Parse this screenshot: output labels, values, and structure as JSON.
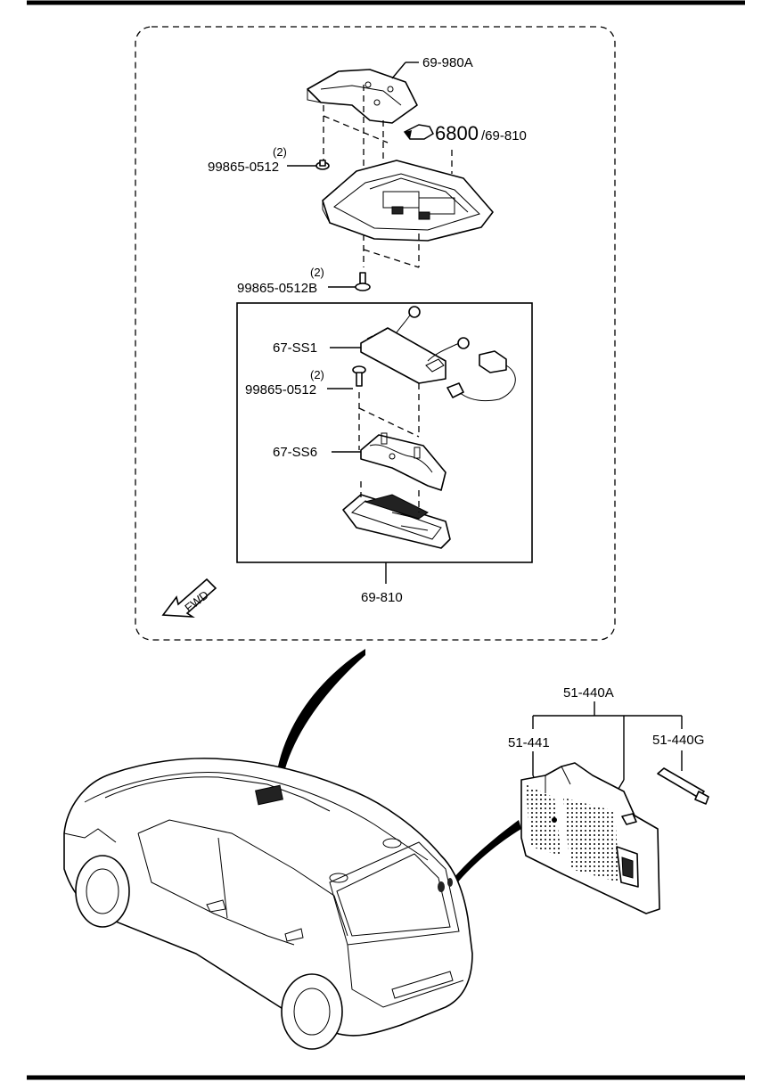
{
  "labels": {
    "bracket": "69-980A",
    "lamp_main": "6800",
    "lamp_main_sub": "/69-810",
    "screw_qty_1": "(2)",
    "screw_1": "99865-0512",
    "screw_qty_2": "(2)",
    "screw_2": "99865-0512B",
    "switch_unit": "67-SS1",
    "screw_qty_3": "(2)",
    "screw_3": "99865-0512",
    "switch_panel": "67-SS6",
    "assembly": "69-810",
    "fwd": "FWD",
    "room_lamp": "51-440A",
    "lens": "51-441",
    "bulb": "51-440G"
  }
}
